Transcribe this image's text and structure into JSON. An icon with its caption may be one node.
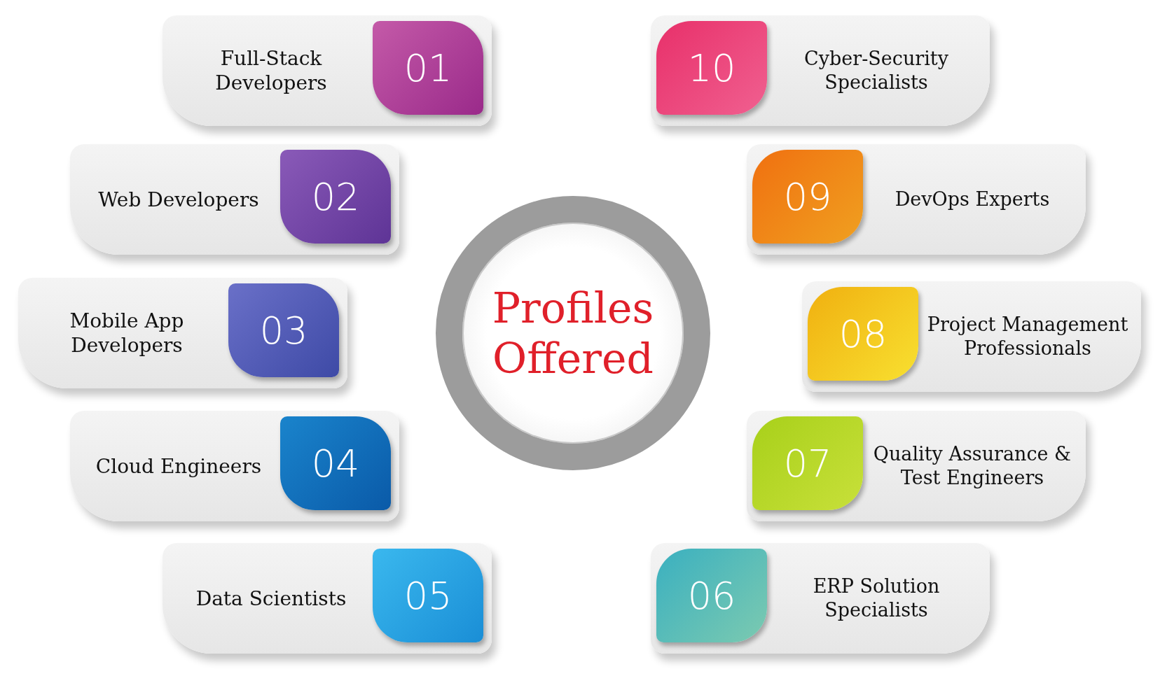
{
  "diagram": {
    "nodes": [
      {
        "text": [
          "Profiles Offered"
        ]
      },
      {
        "text": [
          "Full-Stack Developers",
          "01"
        ]
      },
      {
        "text": [
          "Web Developers",
          "02"
        ]
      },
      {
        "text": [
          "Mobile App Developers",
          "03"
        ]
      },
      {
        "text": [
          "Cloud Engineers",
          "04"
        ]
      },
      {
        "text": [
          "Data Scientists",
          "05"
        ]
      },
      {
        "text": [
          "06",
          "ERP Solution Specialists"
        ]
      },
      {
        "text": [
          "07",
          "Quality Assurance & Test Engineers"
        ]
      },
      {
        "text": [
          "08",
          "Project Management Professionals"
        ]
      },
      {
        "text": [
          "09",
          "DevOps Experts"
        ]
      },
      {
        "text": [
          "10",
          "Cyber-Security Specialists"
        ]
      }
    ],
    "edges": []
  }
}
